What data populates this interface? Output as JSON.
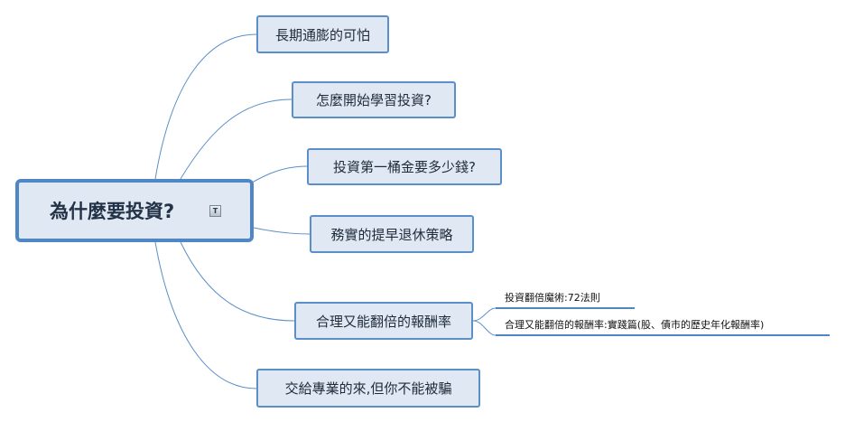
{
  "central": {
    "label": "為什麼要投資?",
    "note_icon_glyph": "T"
  },
  "topics": [
    {
      "label": "長期通膨的可怕"
    },
    {
      "label": "怎麼開始學習投資?"
    },
    {
      "label": "投資第一桶金要多少錢?"
    },
    {
      "label": "務實的提早退休策略"
    },
    {
      "label": "合理又能翻倍的報酬率",
      "subtopics": [
        {
          "label": "投資翻倍魔術:72法則"
        },
        {
          "label": "合理又能翻倍的報酬率:實踐篇(股、債市的歷史年化報酬率)"
        }
      ]
    },
    {
      "label": "交給專業的來,但你不能被騙"
    }
  ],
  "colors": {
    "line": "#5b8fc8",
    "node_fill": "#dfe8f3",
    "node_border": "#5b8fc8"
  }
}
